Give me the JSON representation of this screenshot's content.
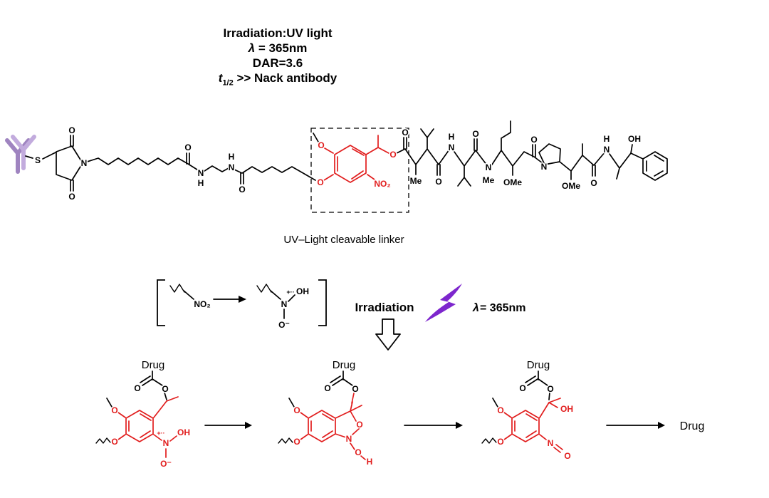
{
  "header": {
    "line1": "Irradiation:UV light",
    "line2_lambda": "λ",
    "line2_rest": " = 365nm",
    "line3": "DAR=3.6",
    "line4_t": "t",
    "line4_sub": "1/2",
    "line4_rest": " >> Nack antibody"
  },
  "captions": {
    "linker": "UV–Light cleavable linker",
    "irradiation": "Irradiation",
    "lambda": "λ",
    "wavelength": " = 365nm",
    "drug": "Drug"
  },
  "labels": {
    "S": "S",
    "N": "N",
    "H": "H",
    "O": "O",
    "Me": "Me",
    "OMe": "OMe",
    "OH": "OH",
    "NO2": "NO₂",
    "O_minus": "O⁻",
    "plus_dots": "+··"
  },
  "colors": {
    "structure_red": "#e11d1d",
    "antibody_purple_dark": "#9f84c0",
    "antibody_purple_light": "#c2abdd",
    "lightning_purple": "#7d26cd"
  }
}
